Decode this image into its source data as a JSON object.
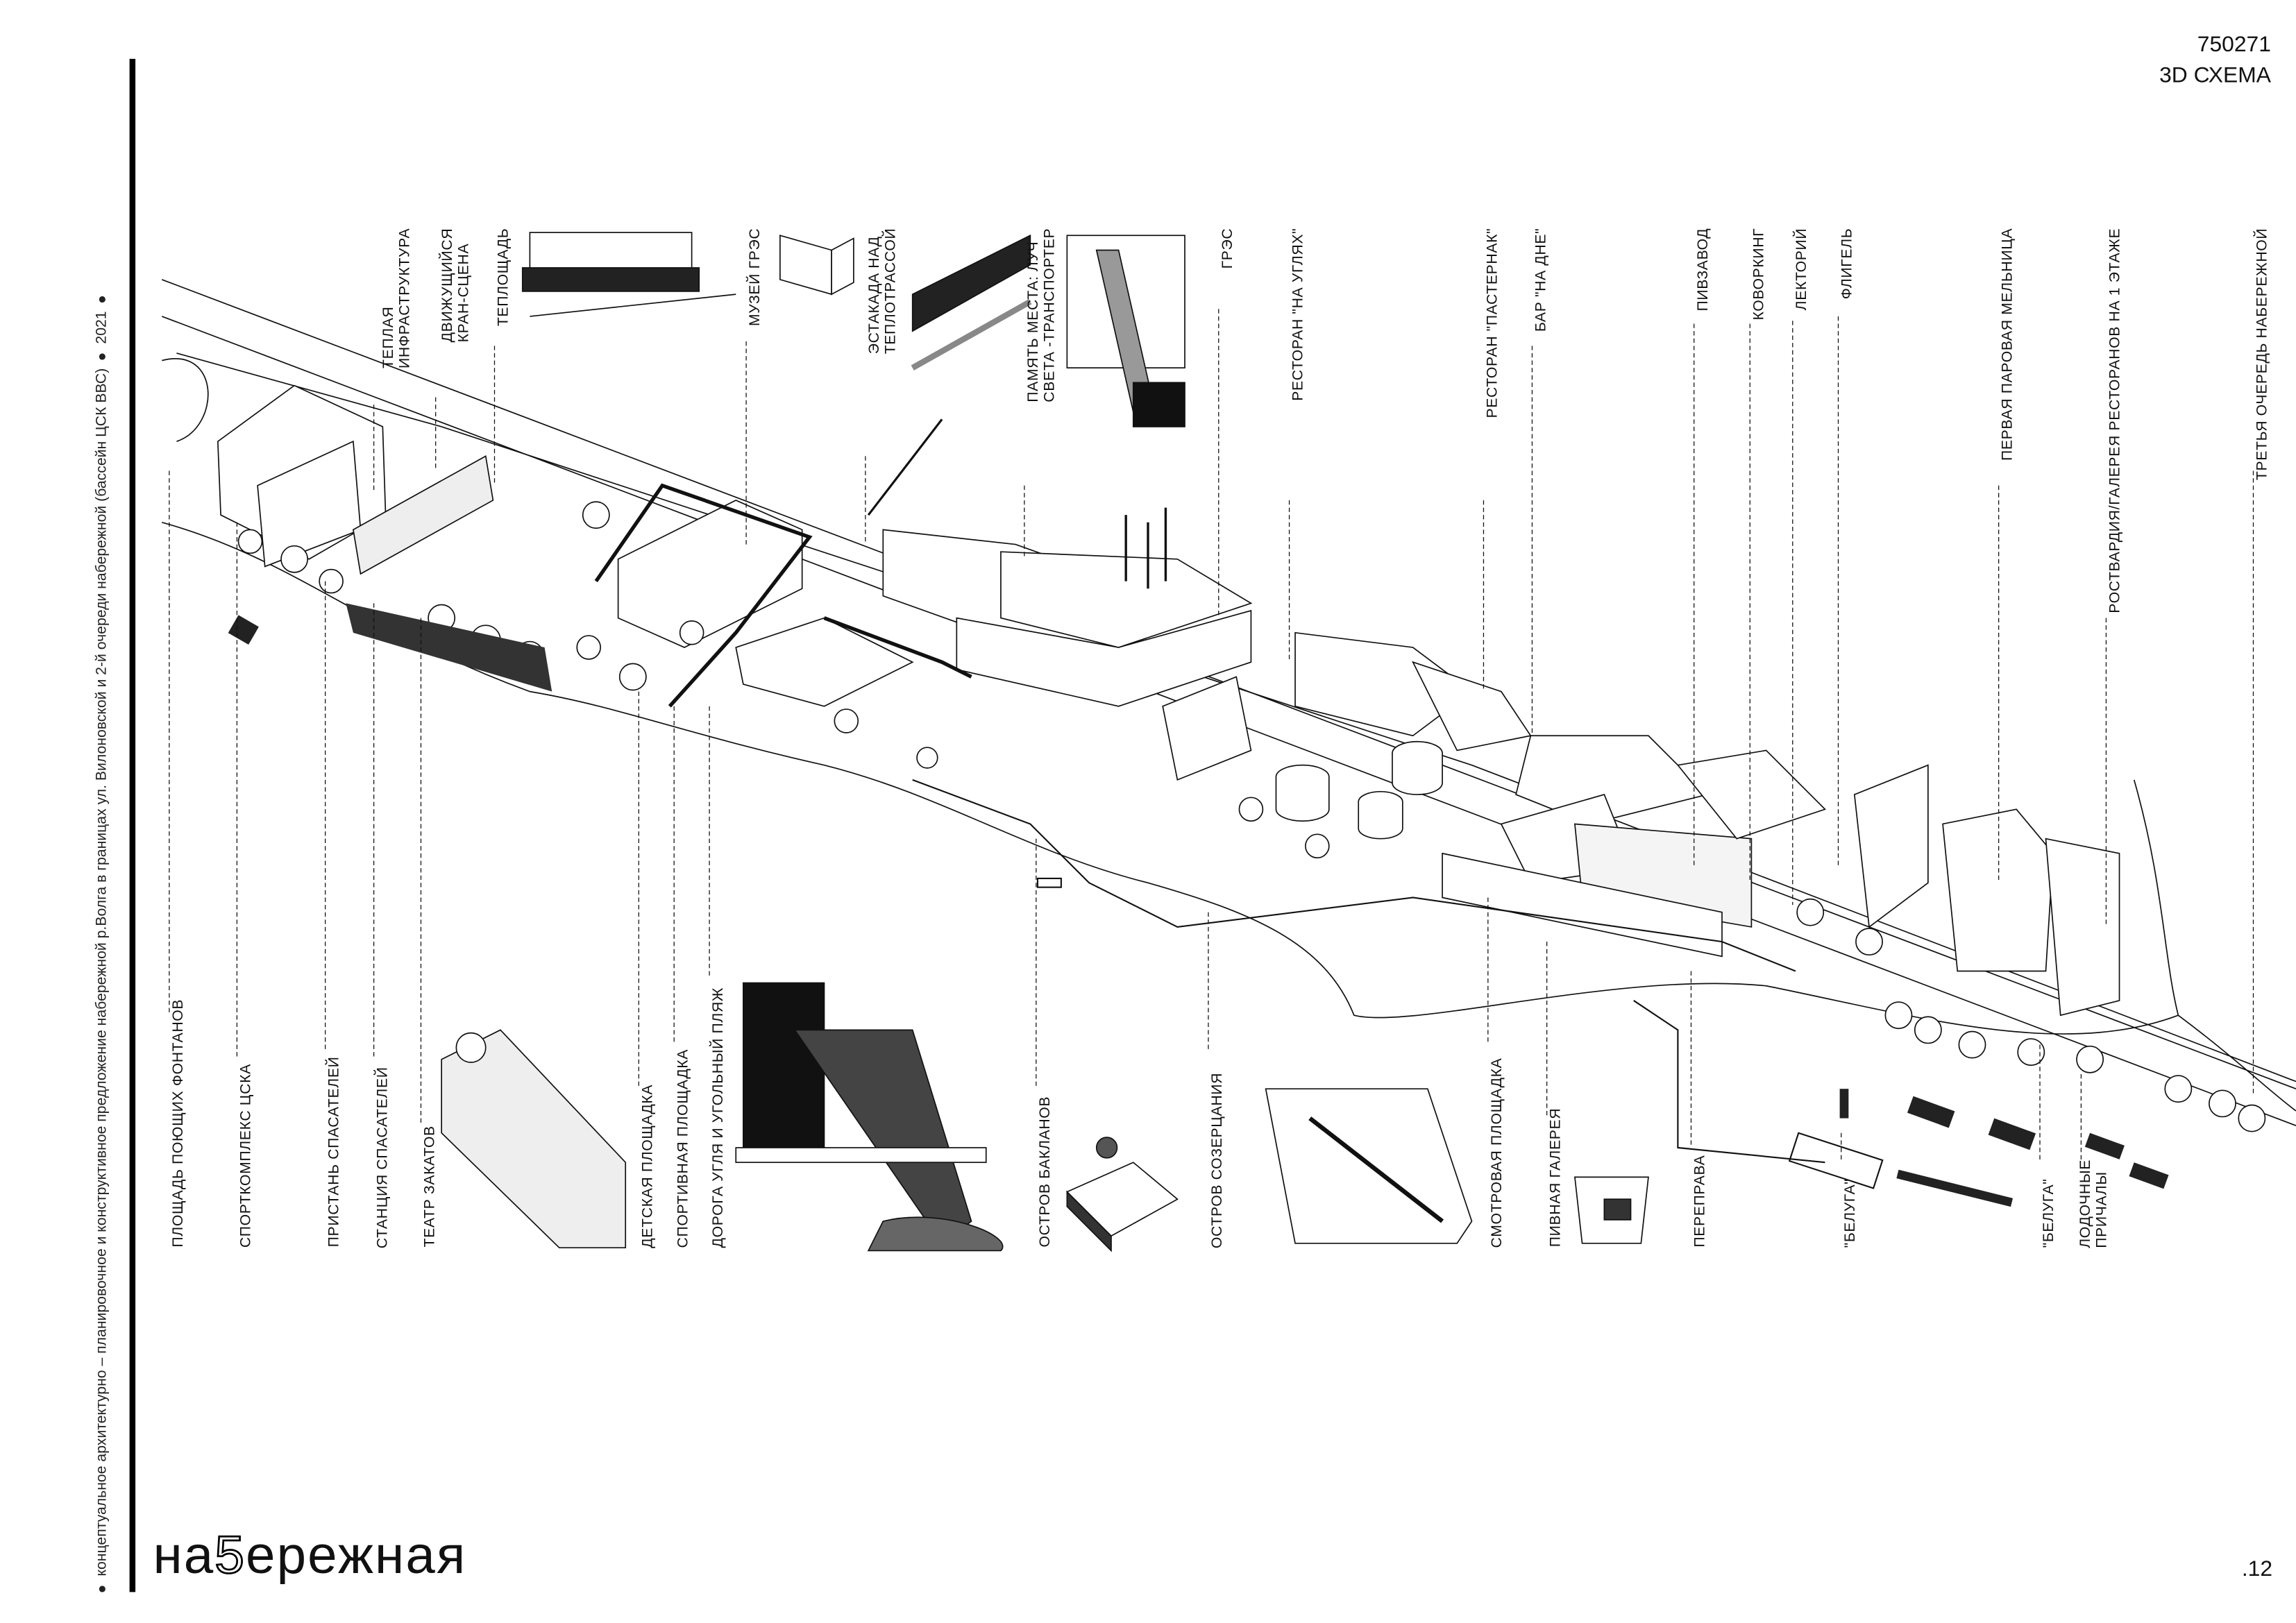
{
  "header": {
    "project_code": "750271",
    "sheet_title": "3D СХЕМА"
  },
  "sidebar": {
    "description": "концептуальное архитектурно – планировочное и конструктивное предложение набережной р.Волга в границах ул. Вилоновской и 2-й очереди набережной (бассейн ЦСК ВВС)",
    "year": "2021",
    "bullet": "●"
  },
  "brand": {
    "part1": "на",
    "part2": "5",
    "part3": "ережная"
  },
  "footer": {
    "page_number": ".12"
  },
  "labels_top": [
    "ТЕПЛАЯ\nИНФРАСТРУКТУРА",
    "ДВИЖУЩИЙСЯ\nКРАН-СЦЕНА",
    "ТЕПЛОЩАДЬ",
    "МУЗЕЙ ГРЭС",
    "ЭСТАКАДА НАД\nТЕПЛОТРАССОЙ",
    "ПАМЯТЬ МЕСТА: ЛУЧ\nСВЕТА -ТРАНСПОРТЕР",
    "ГРЭС",
    "РЕСТОРАН \"НА УГЛЯХ\"",
    "РЕСТОРАН \"ПАСТЕРНАК\"",
    "БАР \"НА ДНЕ\"",
    "ПИВЗАВОД",
    "КОВОРКИНГ",
    "ЛЕКТОРИЙ",
    "ФЛИГЕЛЬ",
    "ПЕРВАЯ ПАРОВАЯ МЕЛЬНИЦА",
    "РОСТВАРДИЯ/ГАЛЕРЕЯ РЕСТОРАНОВ НА 1 ЭТАЖЕ",
    "ТРЕТЬЯ ОЧЕРЕДЬ НАБЕРЕЖНОЙ"
  ],
  "labels_bottom": [
    "ПЛОЩАДЬ ПОЮЩИХ ФОНТАНОВ",
    "СПОРТКОМПЛЕКС ЦСКА",
    "ПРИСТАНЬ СПАСАТЕЛЕЙ",
    "СТАНЦИЯ СПАСАТЕЛЕЙ",
    "ТЕАТР ЗАКАТОВ",
    "ДЕТСКАЯ ПЛОЩАДКА",
    "СПОРТИВНАЯ ПЛОЩАДКА",
    "ДОРОГА УГЛЯ И УГОЛЬНЫЙ ПЛЯЖ",
    "ОСТРОВ БАКЛАНОВ",
    "ОСТРОВ СОЗЕРЦАНИЯ",
    "СМОТРОВАЯ ПЛОЩАДКА",
    "ПИВНАЯ ГАЛЕРЕЯ",
    "ПЕРЕПРАВА",
    "\"БЕЛУГА\"",
    "\"БЕЛУГА\"",
    "ЛОДОЧНЫЕ\nПРИЧАЛЫ"
  ]
}
